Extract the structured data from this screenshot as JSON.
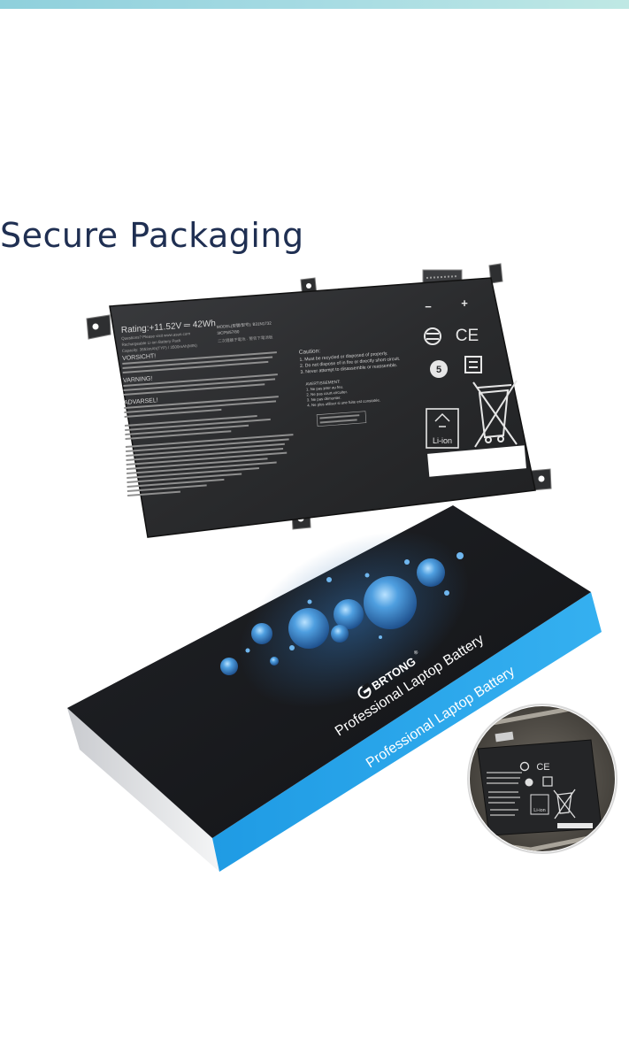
{
  "page": {
    "title": "Secure Packaging"
  },
  "battery_label": {
    "rating": "Rating:+11.52V ═ 42Wh",
    "questions": "Questions? Please visit www.asus.com",
    "pack_type": "Rechargeable Li-ion Battery Pack",
    "capacity": "Capacity: 3653mAh(TYP) / 3500mAh(MIN)",
    "model": "MODEL(型號/型号): B31N1732",
    "cell": "3ICP5/57/80",
    "cn_line": "二次鋰離子電池 · 警告下電池板",
    "vorsicht": "VORSICHT!",
    "warning_sv": "VARNING!",
    "advarsel": "ADVARSEL!",
    "caution": "Caution:",
    "caution_1": "1. Must be recycled or disposed of properly.",
    "caution_2": "2. Do not dispose of in fire or directly short circuit.",
    "caution_3": "3. Never attempt to disassemble or reassemble.",
    "avertissement": "AVERTISSEMENT:",
    "av_1": "1. Ne pas jeter au feu.",
    "av_2": "2. Ne pas court-circuiter.",
    "av_3": "3. Ne pas démonter.",
    "av_4": "4. Ne plus utiliser si une fuite est constatée.",
    "minus": "−",
    "plus": "+",
    "ce_mark": "CE",
    "li_ion": "Li-ion"
  },
  "box": {
    "brand": "BRTONG",
    "registered": "®",
    "slogan_top": "Professional Laptop Battery",
    "slogan_side": "Professional Laptop Battery"
  },
  "inset": {
    "ce_mark": "CE",
    "li_ion": "Li-ion"
  },
  "colors": {
    "title": "#1f2f52",
    "battery_body": "#2a2b2d",
    "box_top": "#17191c",
    "box_side": "#2aa6ea",
    "bubble": "#3f8fd6"
  }
}
